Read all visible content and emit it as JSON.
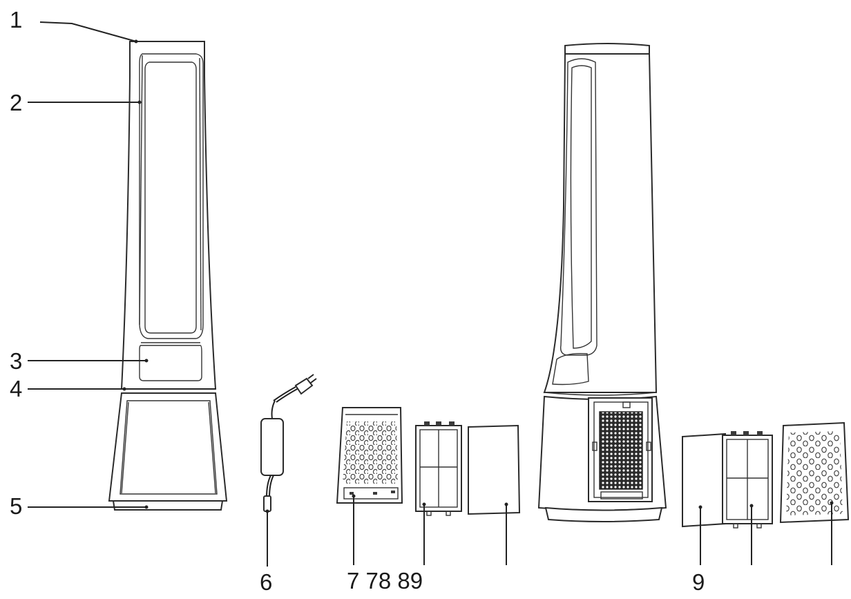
{
  "labels": {
    "l1": "1",
    "l2": "2",
    "l3": "3",
    "l4": "4",
    "l5": "5",
    "l6": "6",
    "l7": "7 78 89",
    "l9": "9"
  },
  "colors": {
    "line": "#222222",
    "background": "#ffffff"
  }
}
